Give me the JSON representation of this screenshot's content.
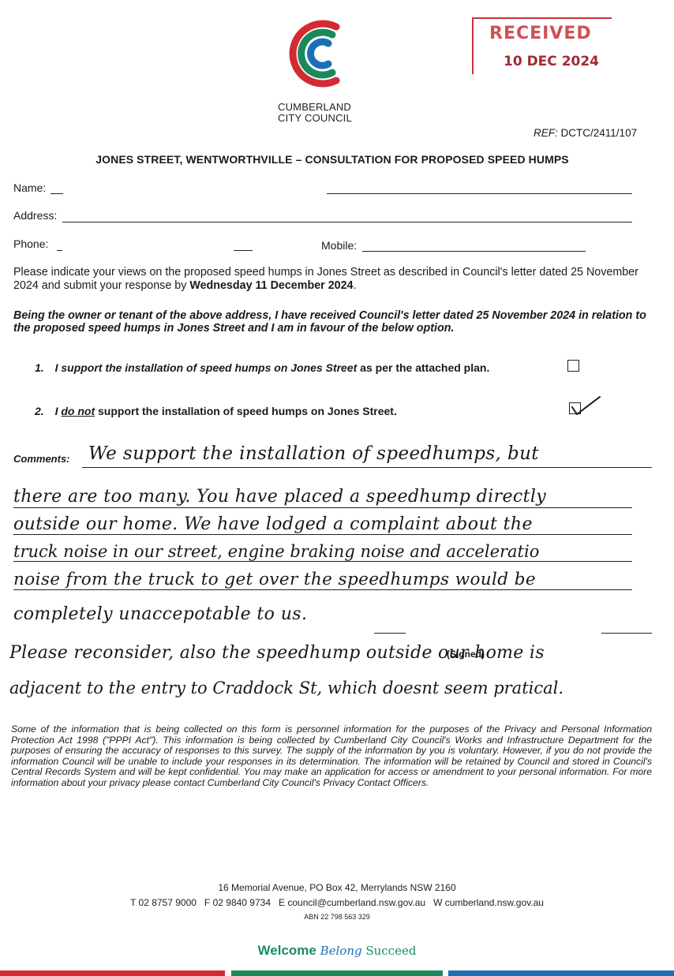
{
  "logo": {
    "line1": "CUMBERLAND",
    "line2": "CITY COUNCIL"
  },
  "stamp": {
    "word": "RECEIVED",
    "date": "10 DEC 2024"
  },
  "ref": {
    "label": "REF:",
    "value": "DCTC/2411/107"
  },
  "title": "JONES STREET, WENTWORTHVILLE – CONSULTATION FOR PROPOSED SPEED HUMPS",
  "form": {
    "name_label": "Name:",
    "address_label": "Address:",
    "phone_label": "Phone:",
    "mobile_label": "Mobile:"
  },
  "intro": {
    "text": "Please indicate your views on the proposed speed humps in Jones Street as described in Council's letter dated 25 November 2024 and submit your response by ",
    "deadline": "Wednesday 11 December 2024",
    "end": "."
  },
  "declaration": "Being the owner or tenant of the above address, I have received Council's letter dated 25 November 2024 in relation to the proposed speed humps in Jones Street and I am in favour of the below option.",
  "options": [
    {
      "num": "1.",
      "text_a": "I support the installation of speed humps on Jones Street",
      "text_b": " as per the attached plan.",
      "checked": false
    },
    {
      "num": "2.",
      "text_a": "I ",
      "text_u": "do not",
      "text_b": " support the installation of speed humps on Jones Street.",
      "checked": true
    }
  ],
  "comments_label": "Comments:",
  "signed_label": "(Signed)",
  "comments_lines": [
    "We support the installation of speedhumps, but",
    "there are too many. You have placed a speedhump directly",
    "outside our home. We have lodged a complaint about the",
    "truck noise in our street, engine braking noise and acceleratio",
    "noise from the truck to get over the speedhumps would be",
    "completely unaccepotable to us.",
    "Please reconsider, also the speedhump outside our home is",
    "adjacent to the entry to Craddock St, which doesnt seem pratical."
  ],
  "privacy": "Some of the information that is being collected on this form is personnel information for the purposes of the Privacy and Personal Information Protection Act 1998 (\"PPPI Act\"). This information is being collected by Cumberland City Council's Works and Infrastructure Department for the purposes of ensuring the accuracy of responses to this survey. The supply of the information by you is voluntary. However, if you do not provide the information Council will be unable to include your responses in its determination. The information will be retained by Council and stored in Council's Central Records System and will be kept confidential. You may make an application for access or amendment to your personal information. For more information about your privacy please contact Cumberland City Council's Privacy Contact Officers.",
  "footer": {
    "address": "16 Memorial Avenue, PO Box 42, Merrylands NSW 2160",
    "contacts": "T 02 8757 9000   F 02 9840 9734   E council@cumberland.nsw.gov.au   W cumberland.nsw.gov.au",
    "abn": "ABN 22 798 563 329",
    "slogan_a": "Welcome",
    "slogan_b": "Belong",
    "slogan_c": "Succeed"
  },
  "colors": {
    "red": "#d42a33",
    "green": "#1a8a5c",
    "blue": "#1b6fb5",
    "stamp": "#c8323a",
    "teal": "#1b8a6b"
  }
}
